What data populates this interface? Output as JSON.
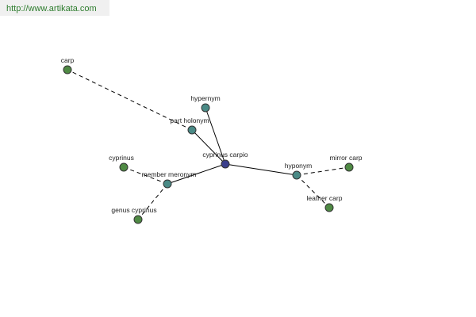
{
  "header": {
    "url": "http://www.artikata.com"
  },
  "colors": {
    "center": "#3b3f8c",
    "relation": "#4a8a86",
    "leaf": "#4f8a44"
  },
  "graph": {
    "nodes": [
      {
        "id": "cyprinus-carpio",
        "label": "cyprinus carpio",
        "kind": "center"
      },
      {
        "id": "hypernym",
        "label": "hypernym",
        "kind": "relation"
      },
      {
        "id": "part-holonym",
        "label": "part holonym",
        "kind": "relation"
      },
      {
        "id": "member-meronym",
        "label": "member meronym",
        "kind": "relation"
      },
      {
        "id": "hyponym",
        "label": "hyponym",
        "kind": "relation"
      },
      {
        "id": "carp",
        "label": "carp",
        "kind": "leaf"
      },
      {
        "id": "cyprinus",
        "label": "cyprinus",
        "kind": "leaf"
      },
      {
        "id": "genus-cyprinus",
        "label": "genus cyprinus",
        "kind": "leaf"
      },
      {
        "id": "mirror-carp",
        "label": "mirror carp",
        "kind": "leaf"
      },
      {
        "id": "leather-carp",
        "label": "leather carp",
        "kind": "leaf"
      }
    ],
    "edges": [
      {
        "from": "cyprinus-carpio",
        "to": "hypernym",
        "style": "solid"
      },
      {
        "from": "cyprinus-carpio",
        "to": "part-holonym",
        "style": "solid"
      },
      {
        "from": "cyprinus-carpio",
        "to": "member-meronym",
        "style": "solid"
      },
      {
        "from": "cyprinus-carpio",
        "to": "hyponym",
        "style": "solid"
      },
      {
        "from": "part-holonym",
        "to": "carp",
        "style": "dashed"
      },
      {
        "from": "member-meronym",
        "to": "cyprinus",
        "style": "dashed"
      },
      {
        "from": "member-meronym",
        "to": "genus-cyprinus",
        "style": "dashed"
      },
      {
        "from": "hyponym",
        "to": "mirror-carp",
        "style": "dashed"
      },
      {
        "from": "hyponym",
        "to": "leather-carp",
        "style": "dashed"
      }
    ]
  }
}
